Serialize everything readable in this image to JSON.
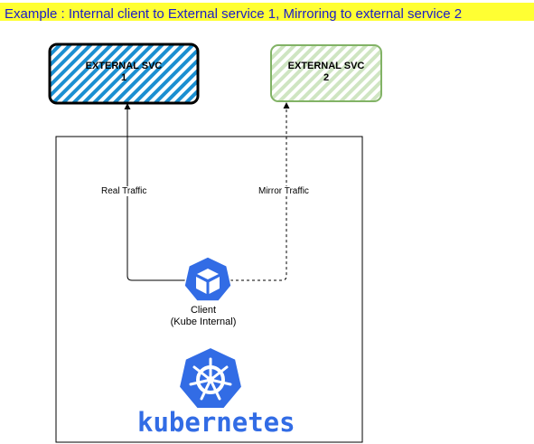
{
  "title": "Example : Internal client to External service 1, Mirroring to external service 2",
  "nodes": {
    "external_svc_1": {
      "line1": "EXTERNAL SVC",
      "line2": "1",
      "color": "#1b8fd1"
    },
    "external_svc_2": {
      "line1": "EXTERNAL SVC",
      "line2": "2",
      "color": "#82b366"
    },
    "client": {
      "line1": "Client",
      "line2": "(Kube Internal)",
      "icon": "cube-icon",
      "color": "#326ce5"
    }
  },
  "edges": {
    "real": {
      "label": "Real Traffic",
      "style": "solid"
    },
    "mirror": {
      "label": "Mirror Traffic",
      "style": "dashed"
    }
  },
  "kubernetes": {
    "wordmark": "kubernetes",
    "icon": "helm-wheel-icon",
    "color": "#326ce5"
  }
}
